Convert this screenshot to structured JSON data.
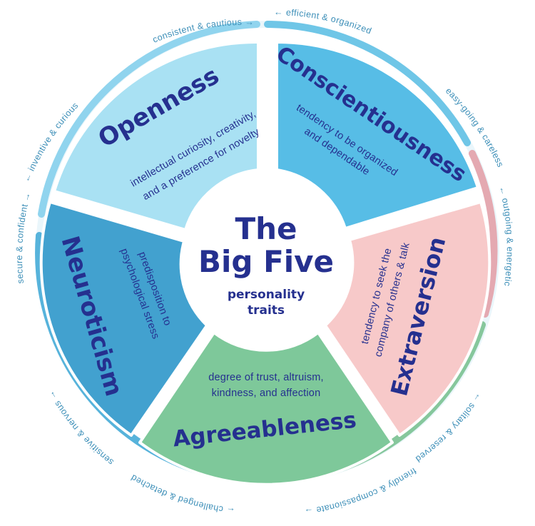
{
  "center": {
    "title_line1": "The",
    "title_line2": "Big Five",
    "subtitle_line1": "personality",
    "subtitle_line2": "traits"
  },
  "traits": [
    {
      "name": "Openness",
      "description_line1": "intellectual curiosity, creativity,",
      "description_line2": "and a preference for novelty",
      "color": "#a9e1f3",
      "low_pole": "consistent & cautious",
      "high_pole": "inventive & curious"
    },
    {
      "name": "Conscientiousness",
      "description_line1": "tendency to be organized",
      "description_line2": "and dependable",
      "color": "#57bde6",
      "low_pole": "easy-going & careless",
      "high_pole": "efficient & organized"
    },
    {
      "name": "Extraversion",
      "description_line1": "tendency to seek the",
      "description_line2": "company of others & talk",
      "color": "#f7c9c9",
      "low_pole": "solitary & reserved",
      "high_pole": "outgoing & energetic"
    },
    {
      "name": "Agreeableness",
      "description_line1": "degree of trust, altruism,",
      "description_line2": "kindness, and affection",
      "color": "#7ec89a",
      "low_pole": "challenged & detached",
      "high_pole": "friendly & compassionate"
    },
    {
      "name": "Neuroticism",
      "description_line1": "predisposition to",
      "description_line2": "psychological stress",
      "color": "#42a1cf",
      "low_pole": "secure & confident",
      "high_pole": "sensitive & nervous"
    }
  ],
  "colors": {
    "text": "#25308f",
    "ring_label": "#3d8fb8",
    "ring_blue": "#6fc6e7",
    "ring_rose": "#e4a9b1",
    "ring_green": "#86c79c",
    "background": "#ffffff"
  },
  "icons": {
    "pole_arrow": "arrow-icon"
  }
}
